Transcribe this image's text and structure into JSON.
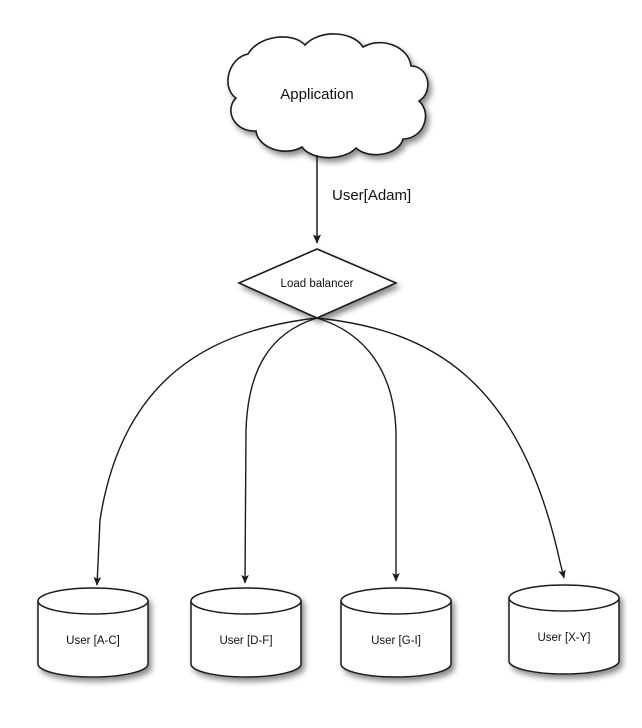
{
  "diagram": {
    "type": "architecture-flow-diagram",
    "background_color": "#ffffff",
    "stroke_color": "#1b1b1b",
    "fill_color": "#ffffff",
    "nodes": {
      "application": {
        "shape": "cloud",
        "label": "Application"
      },
      "load_balancer": {
        "shape": "diamond",
        "label": "Load balancer"
      },
      "databases": [
        {
          "shape": "cylinder",
          "label": "User [A-C]"
        },
        {
          "shape": "cylinder",
          "label": "User [D-F]"
        },
        {
          "shape": "cylinder",
          "label": "User [G-I]"
        },
        {
          "shape": "cylinder",
          "label": "User [X-Y]"
        }
      ]
    },
    "edges": {
      "application_to_load_balancer": {
        "label": "User[Adam]",
        "style": "straight-arrow"
      },
      "load_balancer_to_databases": {
        "label": "",
        "style": "curved-arrow",
        "count": 4
      }
    }
  }
}
